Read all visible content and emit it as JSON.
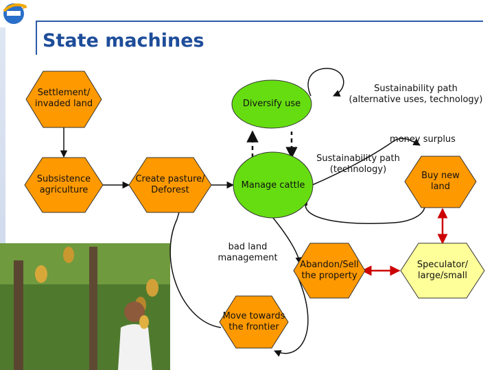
{
  "header": {
    "title": "State machines"
  },
  "nodes": {
    "settlement": "Settlement/\ninvaded land",
    "diversify": "Diversify use",
    "subsistence": "Subsistence\nagriculture",
    "pasture": "Create pasture/\nDeforest",
    "cattle": "Manage cattle",
    "abandon": "Abandon/Sell\nthe property",
    "frontier": "Move towards\nthe frontier",
    "buyland": "Buy new\nland",
    "speculator": "Speculator/\nlarge/small"
  },
  "labels": {
    "sustain_alt": "Sustainability path\n(alternative uses, technology)",
    "money": "money surplus",
    "sustain_tech": "Sustainability path\n(technology)",
    "badland": "bad land\nmanagement"
  },
  "colors": {
    "orange": "#ff9900",
    "green": "#66dd11",
    "light_yellow": "#ffff99",
    "red_arrow": "#cc0000",
    "title_blue": "#1e4d9a"
  }
}
